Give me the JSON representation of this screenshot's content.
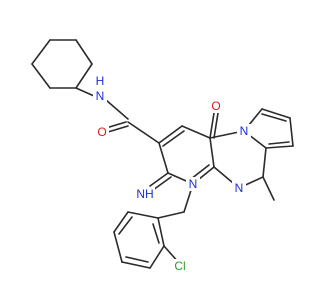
{
  "colors": {
    "bond": "#2b2b2b",
    "nitrogen": "#1f2fd6",
    "oxygen": "#e0191d",
    "chlorine": "#2f9e2f"
  },
  "labels": {
    "amide_n": "N",
    "amide_h": "H",
    "amide_o": "O",
    "ketone_o": "O",
    "imine_n": "NH",
    "imine_label": "IMINO",
    "ring_n1": "N",
    "ring_n2": "N",
    "ring_n3": "N",
    "chlorine": "Cl"
  }
}
